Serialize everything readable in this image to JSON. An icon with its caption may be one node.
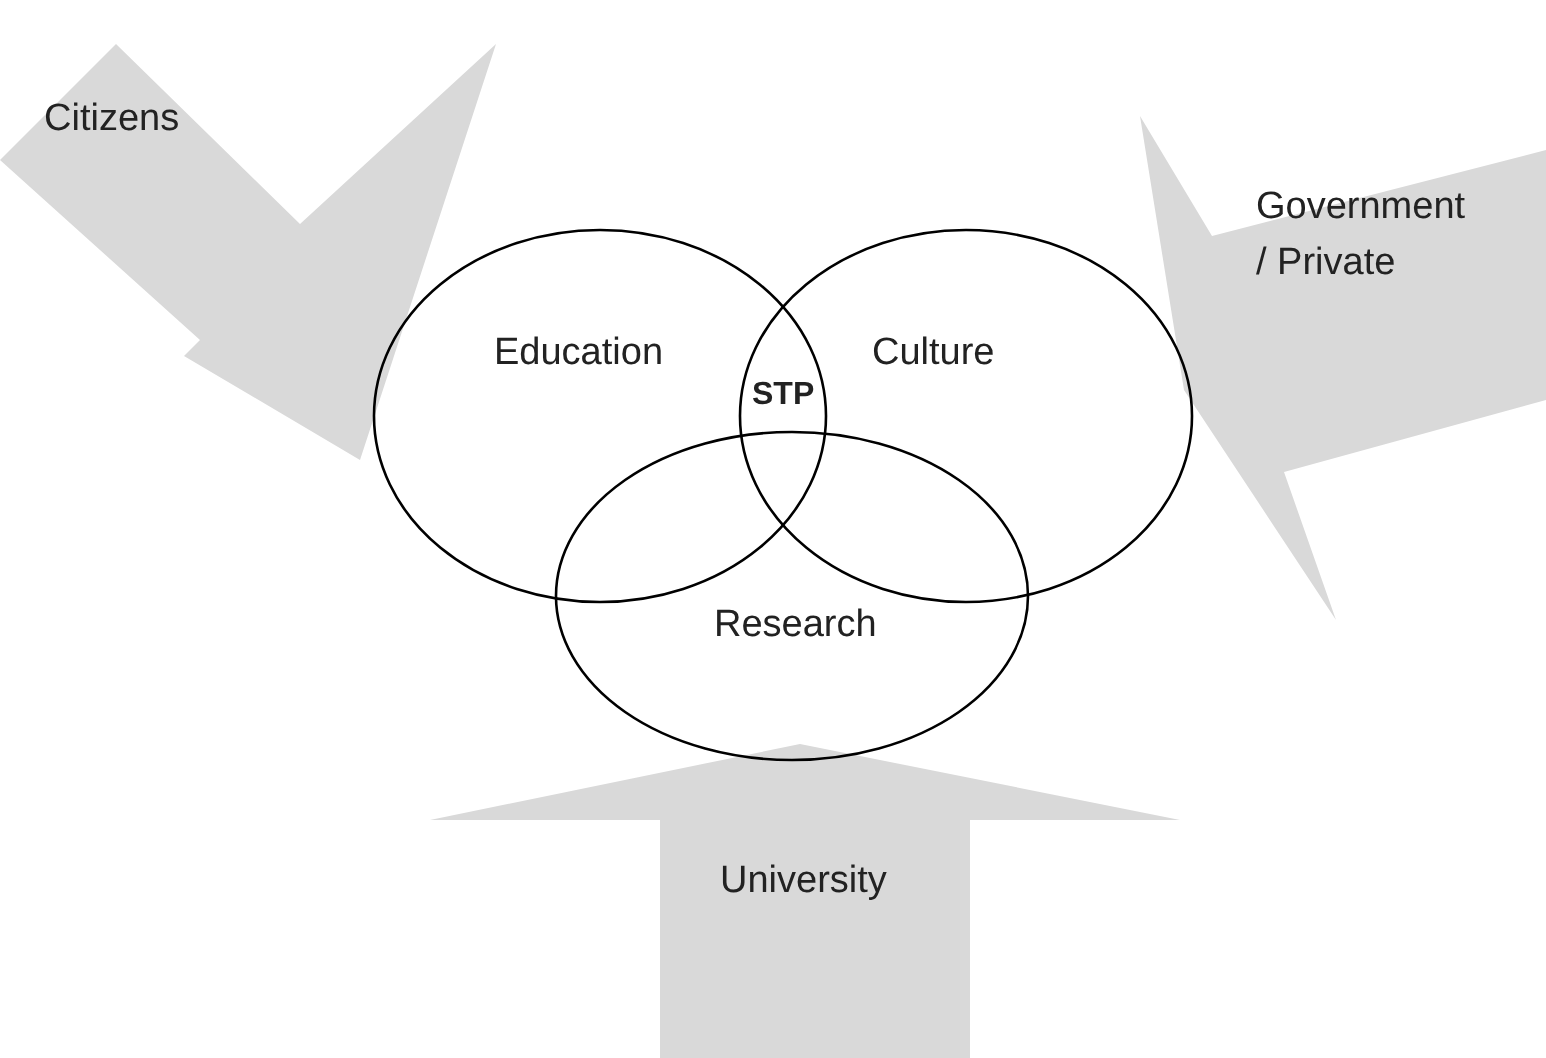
{
  "diagram": {
    "nodes": [
      {
        "text": [
          "Citizens"
        ]
      },
      {
        "text": [
          "Government / Private"
        ]
      },
      {
        "text": [
          "Education"
        ]
      },
      {
        "text": [
          "Culture"
        ]
      },
      {
        "text": [
          "Research"
        ]
      },
      {
        "text": [
          "University"
        ]
      }
    ],
    "edges": [],
    "labels": [
      "STP"
    ]
  }
}
